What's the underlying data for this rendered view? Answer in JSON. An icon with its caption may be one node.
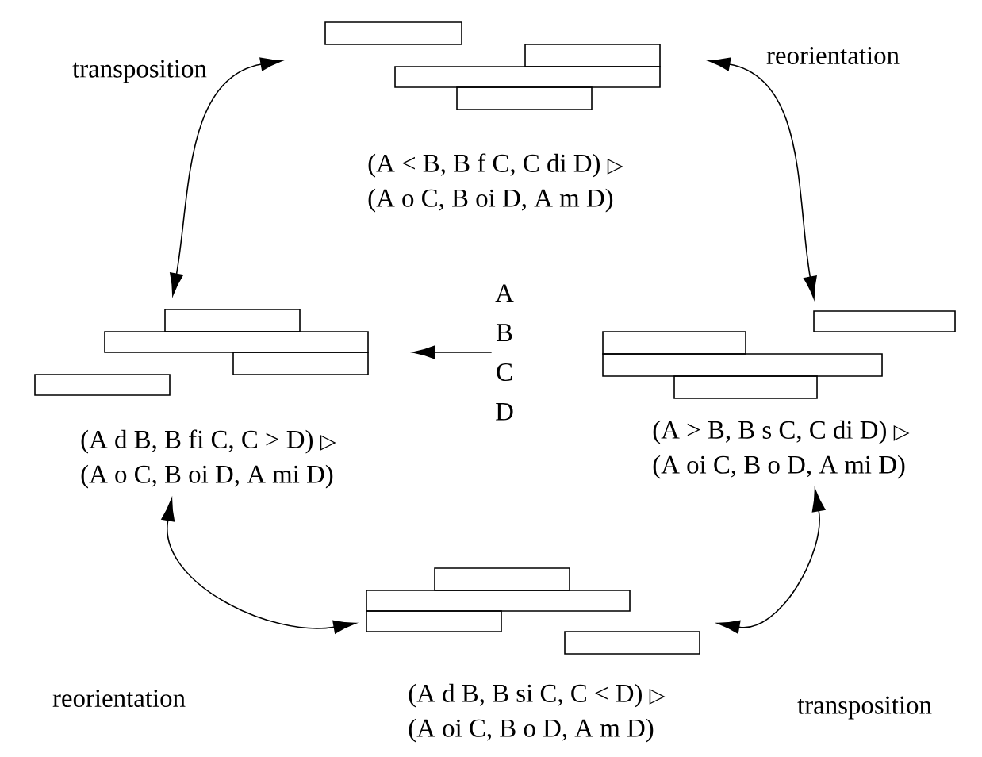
{
  "diagram": {
    "nodes": [
      {
        "text": [
          "(A < B, B f C, C di D) ▷",
          "(A o C, B oi D, A m D)"
        ]
      },
      {
        "text": [
          "(A d B, B fi C, C > D) ▷",
          "(A o C, B oi D, A mi D)"
        ]
      },
      {
        "text": [
          "(A > B, B s C, C di D) ▷",
          "(A oi C, B o D, A mi D)"
        ]
      },
      {
        "text": [
          "(A d B, B si C, C < D) ▷",
          "(A oi C, B o D, A m D)"
        ]
      },
      {
        "text": [
          "A B C D"
        ]
      }
    ],
    "edges": [
      {
        "from": 0,
        "to": 1,
        "arrow": "both",
        "label": "transposition"
      },
      {
        "from": 0,
        "to": 2,
        "arrow": "both",
        "label": "reorientation"
      },
      {
        "from": 1,
        "to": 3,
        "arrow": "both",
        "label": "reorientation"
      },
      {
        "from": 2,
        "to": 3,
        "arrow": "both",
        "label": "transposition"
      },
      {
        "from": 4,
        "to": 1,
        "arrow": "to"
      }
    ]
  }
}
